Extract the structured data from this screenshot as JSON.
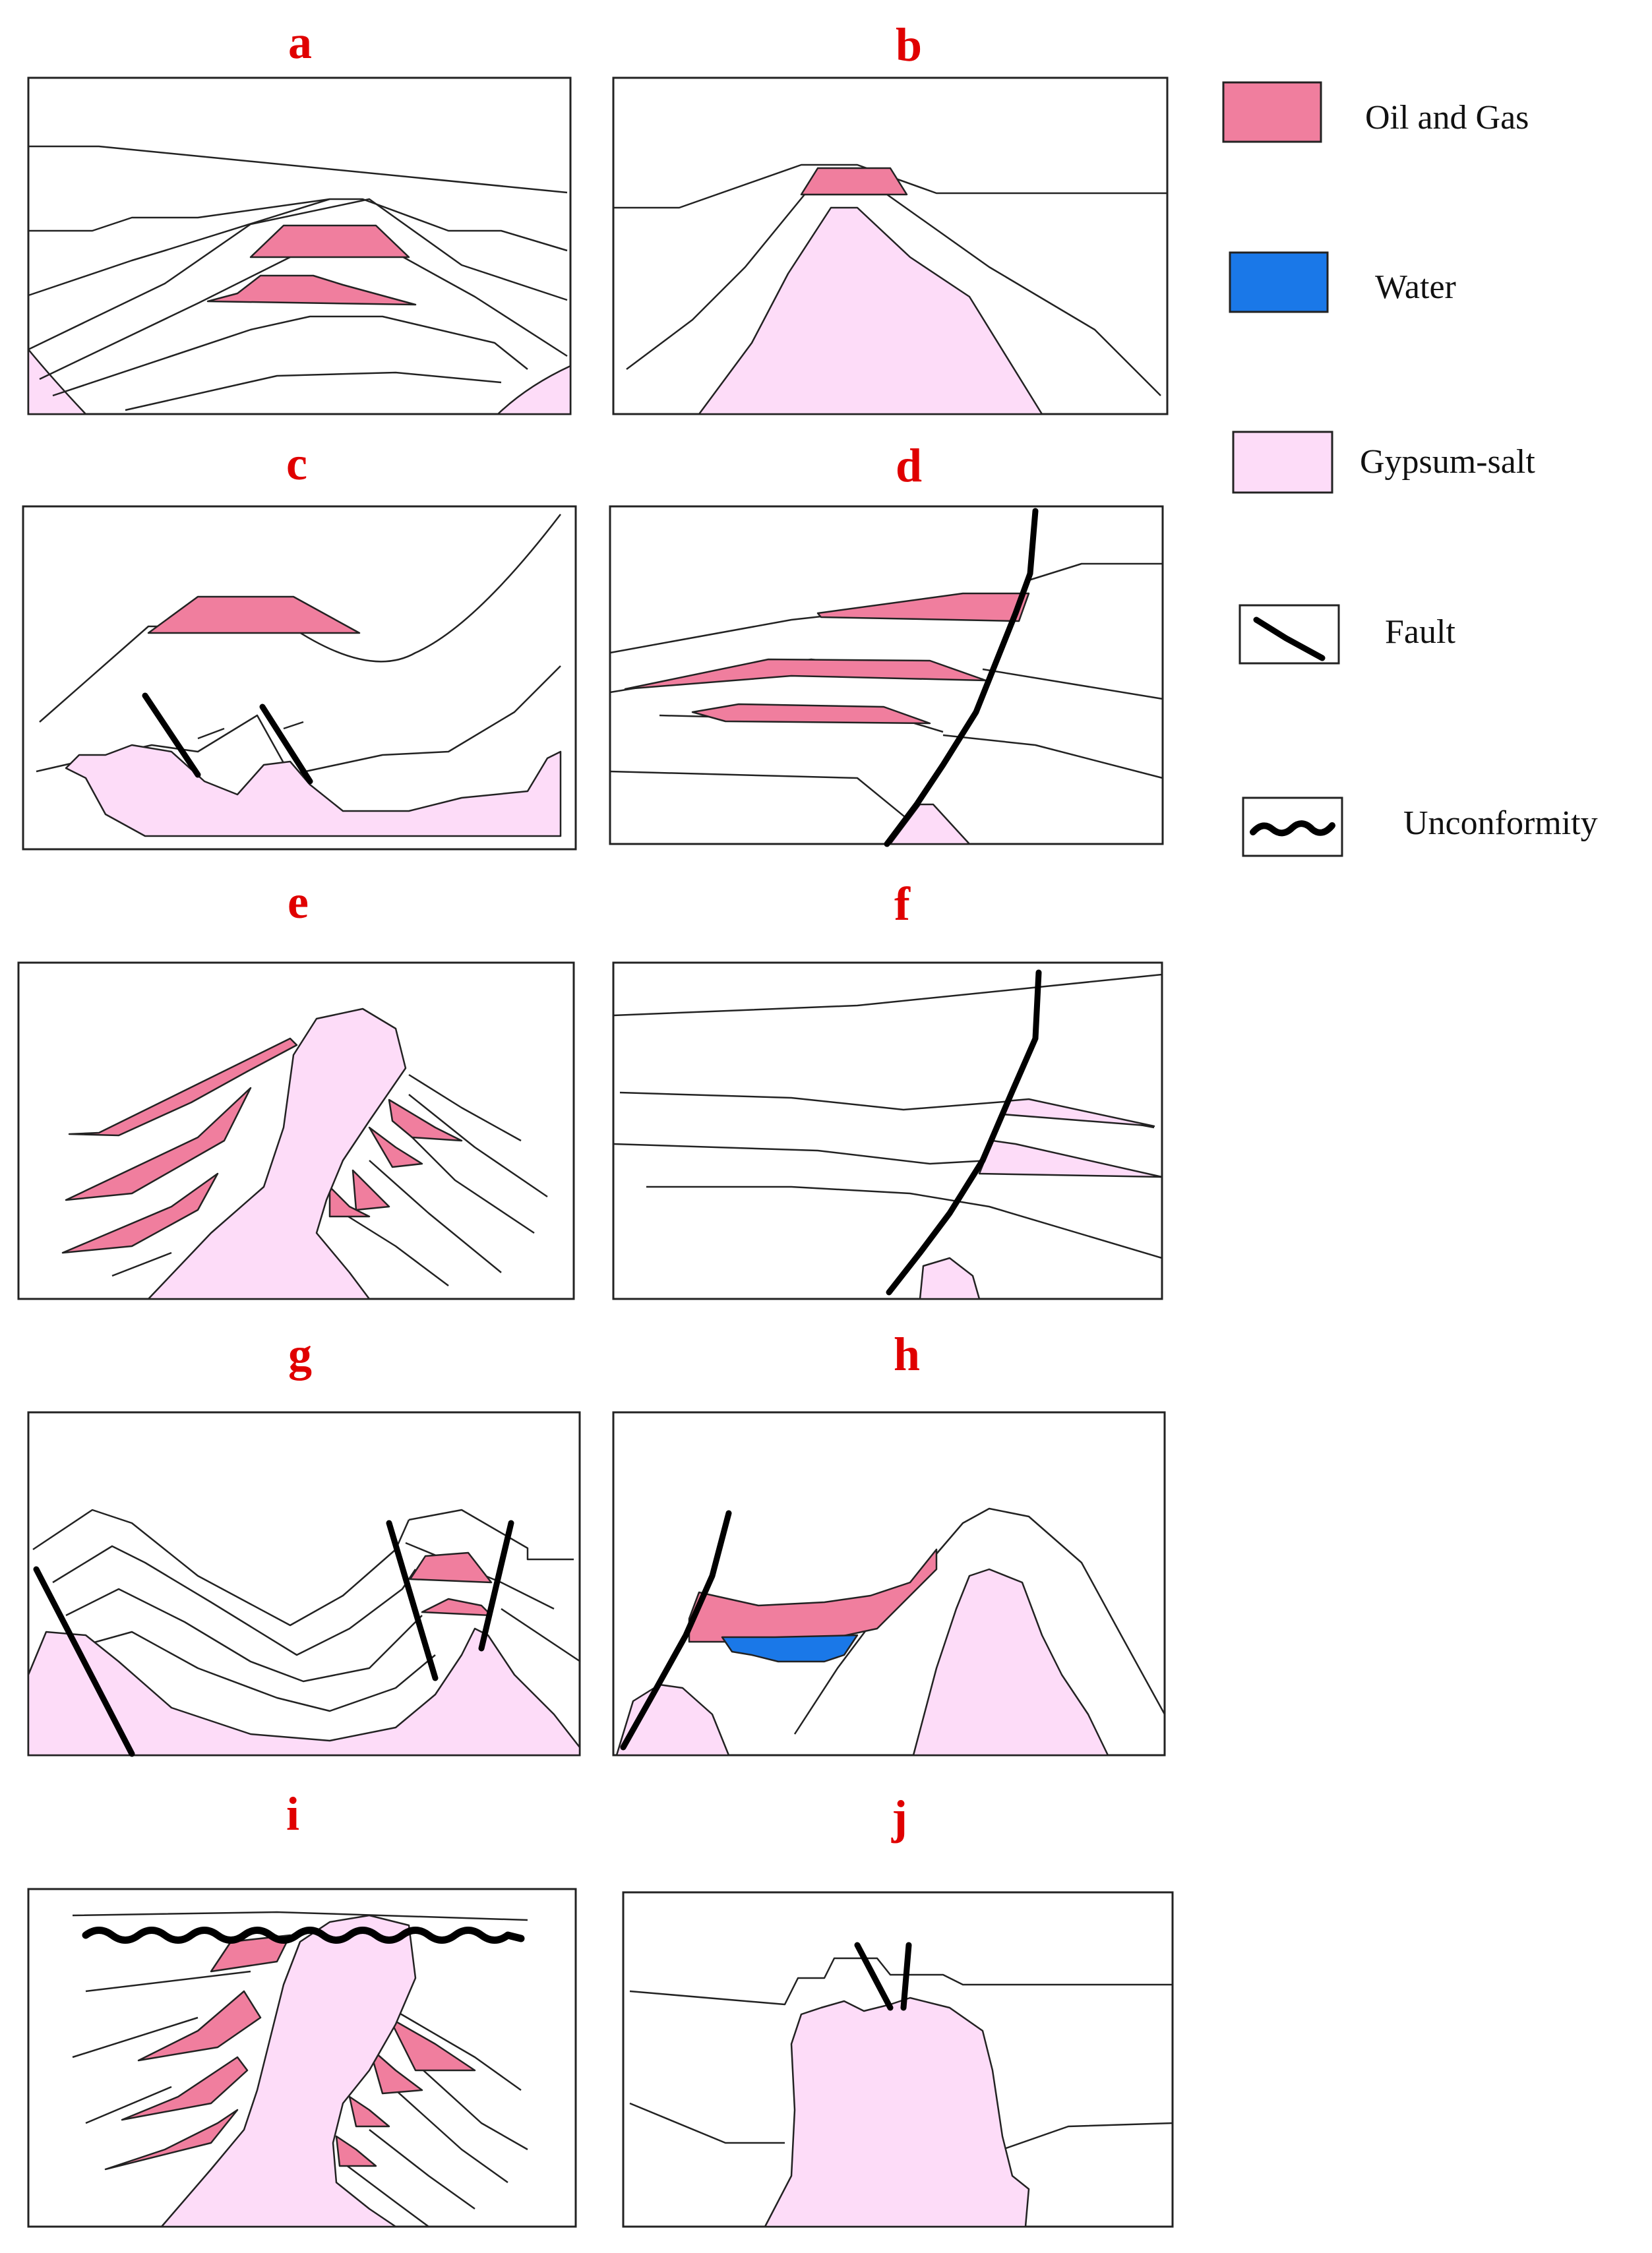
{
  "panels": [
    {
      "id": "a",
      "label": "a"
    },
    {
      "id": "b",
      "label": "b"
    },
    {
      "id": "c",
      "label": "c"
    },
    {
      "id": "d",
      "label": "d"
    },
    {
      "id": "e",
      "label": "e"
    },
    {
      "id": "f",
      "label": "f"
    },
    {
      "id": "g",
      "label": "g"
    },
    {
      "id": "h",
      "label": "h"
    },
    {
      "id": "i",
      "label": "i"
    },
    {
      "id": "j",
      "label": "j"
    }
  ],
  "legend": [
    {
      "key": "oil",
      "label": "Oil and Gas",
      "icon": "oil-gas-swatch"
    },
    {
      "key": "water",
      "label": "Water",
      "icon": "water-swatch"
    },
    {
      "key": "salt",
      "label": "Gypsum-salt",
      "icon": "gypsum-salt-swatch"
    },
    {
      "key": "fault",
      "label": "Fault",
      "icon": "fault-icon"
    },
    {
      "key": "unconformity",
      "label": "Unconformity",
      "icon": "unconformity-icon"
    }
  ],
  "colors": {
    "oil": "#f07e9e",
    "water": "#1a78e8",
    "salt": "#fddcf8",
    "label": "#e00000",
    "line": "#222222"
  }
}
